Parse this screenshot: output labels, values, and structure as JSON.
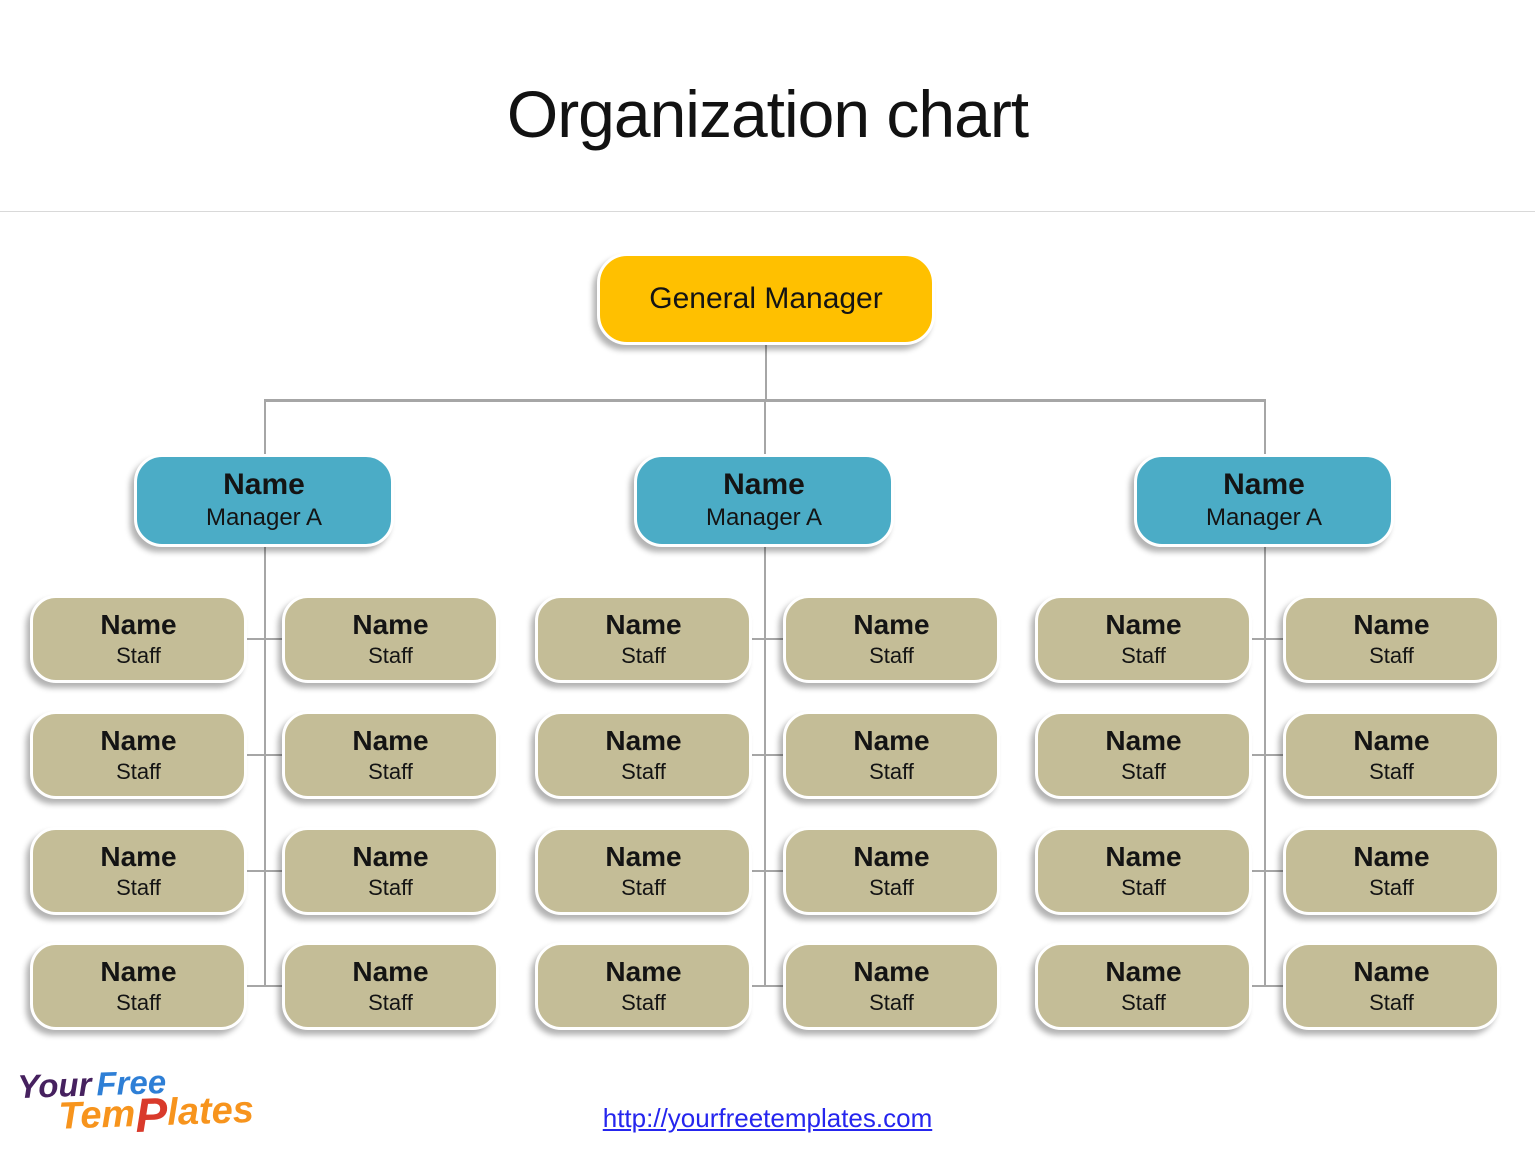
{
  "title": "Organization chart",
  "general_manager": {
    "label": "General Manager"
  },
  "groups": [
    {
      "manager": {
        "name": "Name",
        "title": "Manager A"
      },
      "staff_left": [
        {
          "name": "Name",
          "role": "Staff"
        },
        {
          "name": "Name",
          "role": "Staff"
        },
        {
          "name": "Name",
          "role": "Staff"
        },
        {
          "name": "Name",
          "role": "Staff"
        }
      ],
      "staff_right": [
        {
          "name": "Name",
          "role": "Staff"
        },
        {
          "name": "Name",
          "role": "Staff"
        },
        {
          "name": "Name",
          "role": "Staff"
        },
        {
          "name": "Name",
          "role": "Staff"
        }
      ]
    },
    {
      "manager": {
        "name": "Name",
        "title": "Manager A"
      },
      "staff_left": [
        {
          "name": "Name",
          "role": "Staff"
        },
        {
          "name": "Name",
          "role": "Staff"
        },
        {
          "name": "Name",
          "role": "Staff"
        },
        {
          "name": "Name",
          "role": "Staff"
        }
      ],
      "staff_right": [
        {
          "name": "Name",
          "role": "Staff"
        },
        {
          "name": "Name",
          "role": "Staff"
        },
        {
          "name": "Name",
          "role": "Staff"
        },
        {
          "name": "Name",
          "role": "Staff"
        }
      ]
    },
    {
      "manager": {
        "name": "Name",
        "title": "Manager A"
      },
      "staff_left": [
        {
          "name": "Name",
          "role": "Staff"
        },
        {
          "name": "Name",
          "role": "Staff"
        },
        {
          "name": "Name",
          "role": "Staff"
        },
        {
          "name": "Name",
          "role": "Staff"
        }
      ],
      "staff_right": [
        {
          "name": "Name",
          "role": "Staff"
        },
        {
          "name": "Name",
          "role": "Staff"
        },
        {
          "name": "Name",
          "role": "Staff"
        },
        {
          "name": "Name",
          "role": "Staff"
        }
      ]
    }
  ],
  "footer": {
    "logo": {
      "word1": "Your",
      "word2": "Free",
      "word3_pre": "Tem",
      "word3_p": "P",
      "word3_post": "lates"
    },
    "link": "http://yourfreetemplates.com"
  },
  "colors": {
    "root_fill": "#FFC000",
    "manager_fill": "#4BACC6",
    "staff_fill": "#C4BD97",
    "connector": "#A6A6A6",
    "link": "#2525EE"
  }
}
